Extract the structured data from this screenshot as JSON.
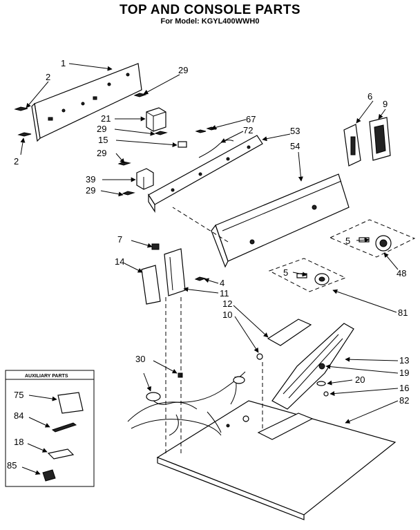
{
  "title": "TOP AND CONSOLE PARTS",
  "subtitle": "For Model: KGYL400WWH0",
  "auxiliary_box": {
    "title": "AUXILIARY PARTS",
    "callouts": [
      "75",
      "84",
      "18",
      "85"
    ]
  },
  "callouts": [
    "1",
    "2",
    "2",
    "29",
    "21",
    "29",
    "15",
    "29",
    "39",
    "29",
    "72",
    "53",
    "54",
    "6",
    "9",
    "5",
    "48",
    "5",
    "81",
    "67",
    "7",
    "14",
    "4",
    "11",
    "12",
    "10",
    "13",
    "19",
    "20",
    "16",
    "82",
    "30"
  ]
}
